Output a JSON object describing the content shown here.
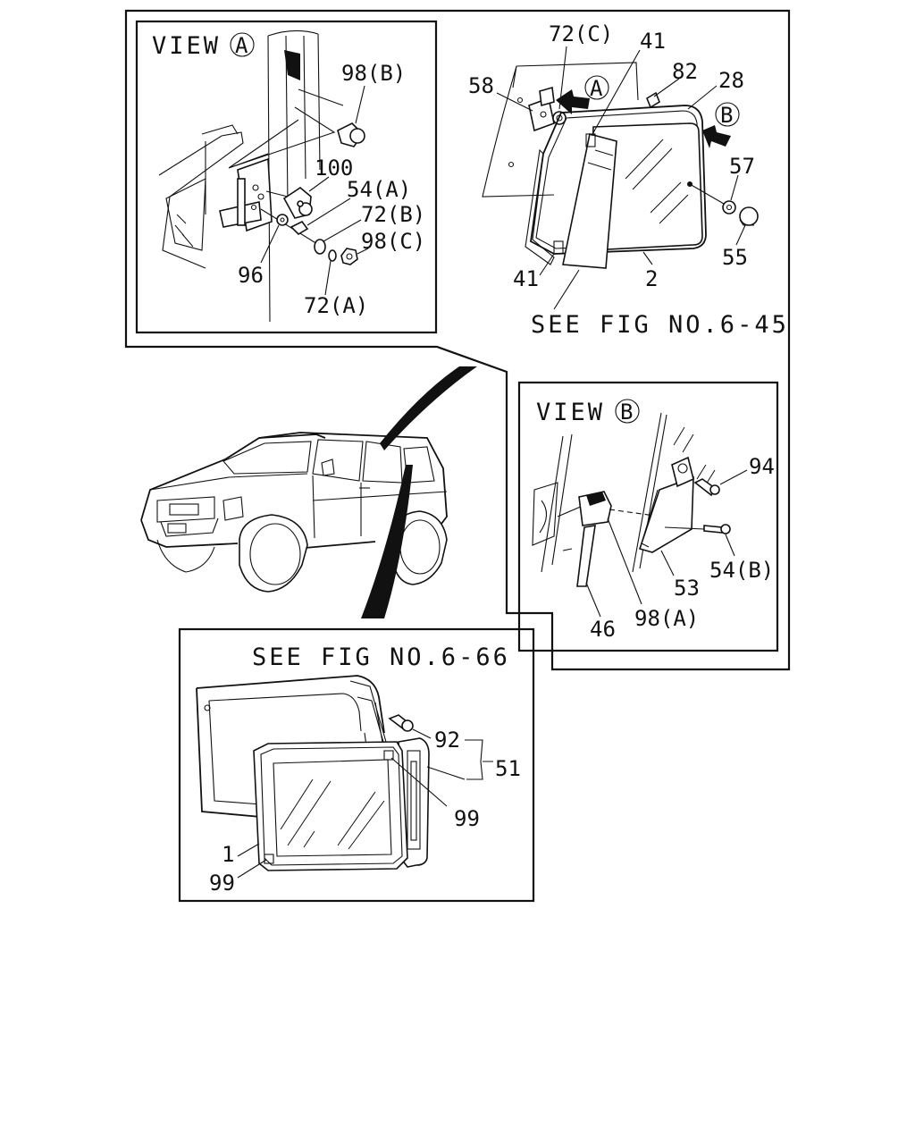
{
  "view_a": {
    "header": "VIEW",
    "badge": "A",
    "labels": {
      "p98b": "98(B)",
      "p100": "100",
      "p54a": "54(A)",
      "p72b": "72(B)",
      "p98c": "98(C)",
      "p96": "96",
      "p72a": "72(A)"
    }
  },
  "quarter_window": {
    "labels": {
      "p72c": "72(C)",
      "p41_top": "41",
      "p58": "58",
      "p82": "82",
      "p28": "28",
      "p57": "57",
      "p55": "55",
      "p41_bottom": "41",
      "p2": "2"
    },
    "arrow_a": "A",
    "arrow_b": "B",
    "see_fig": "SEE FIG NO.6-45"
  },
  "view_b": {
    "header": "VIEW",
    "badge": "B",
    "labels": {
      "p94": "94",
      "p54b": "54(B)",
      "p53": "53",
      "p46": "46",
      "p98a": "98(A)"
    }
  },
  "rear_door": {
    "see_fig": "SEE FIG NO.6-66",
    "labels": {
      "p92": "92",
      "p51": "51",
      "p99_right": "99",
      "p1": "1",
      "p99_bottom": "99"
    }
  }
}
